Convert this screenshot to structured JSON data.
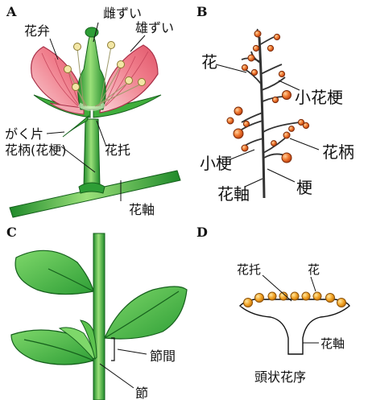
{
  "panels": {
    "a": {
      "letter": "A",
      "labels": {
        "pistil": "雌ずい",
        "stamen": "雄ずい",
        "petal": "花弁",
        "sepal": "がく片",
        "pedicel": "花柄(花梗)",
        "receptacle": "花托",
        "axis": "花軸"
      }
    },
    "b": {
      "letter": "B",
      "labels": {
        "flower": "花",
        "small_pedicel": "小花梗",
        "small_peduncle": "小梗",
        "pedicel": "花柄",
        "axis": "花軸",
        "peduncle": "梗"
      }
    },
    "c": {
      "letter": "C",
      "labels": {
        "internode": "節間",
        "node": "節"
      }
    },
    "d": {
      "letter": "D",
      "labels": {
        "receptacle": "花托",
        "flower": "花",
        "axis": "花軸",
        "caption": "頭状花序"
      }
    }
  },
  "colors": {
    "petal": "#f07e8c",
    "petal_light": "#f9c9cf",
    "stem_green": "#2e9e36",
    "stem_light": "#8fd66d",
    "leaf_green": "#3fae3c",
    "anther": "#f3e7a6",
    "berry": "#e05a20",
    "branch": "#333333",
    "head_flower": "#f0a020"
  }
}
